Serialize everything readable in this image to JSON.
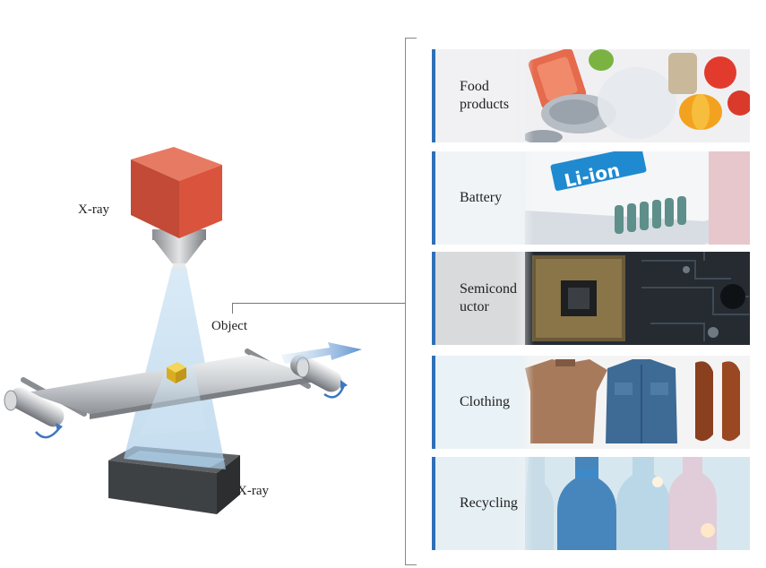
{
  "diagram": {
    "labels": {
      "xray_source": "X-ray",
      "xray_detector": "X-ray",
      "object": "Object"
    },
    "colors": {
      "source_cube": "#d9533d",
      "beam": "#bcd9ee",
      "object": "#e9c229",
      "arrow": "#6b9fd3",
      "accent_bar": "#2f6fb8"
    }
  },
  "categories": [
    {
      "label": "Food\nproducts",
      "photo": "food-photo"
    },
    {
      "label": "Battery",
      "photo": "battery-photo"
    },
    {
      "label": "Semicond\nuctor",
      "photo": "semiconductor-photo"
    },
    {
      "label": "Clothing",
      "photo": "clothing-photo"
    },
    {
      "label": "Recycling",
      "photo": "recycling-photo"
    }
  ]
}
